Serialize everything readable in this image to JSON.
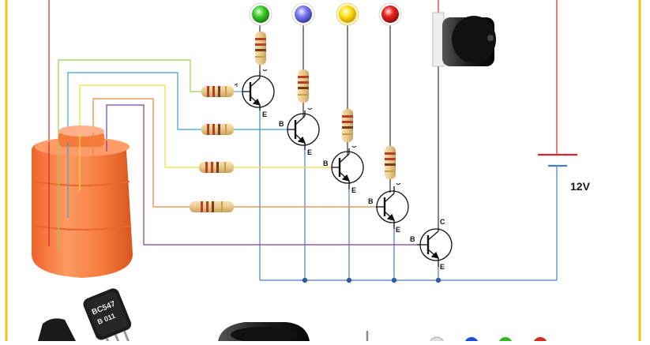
{
  "circuit": {
    "voltage_label": "12V",
    "terminal_labels": {
      "base": "B",
      "emitter": "E",
      "collector": "C"
    },
    "transistor_marking": {
      "line1": "BC547",
      "line2": "B  011"
    },
    "colors": {
      "frame": "#f2c418",
      "wire_red": "#d9262b",
      "wire_green": "#9bd14a",
      "wire_blue": "#3aa0d8",
      "wire_yellow": "#f0e13a",
      "wire_orange": "#e2883a",
      "wire_purple": "#7d3c98",
      "ground_bus": "#4a7fc0",
      "tank": "#f47b3c",
      "led_green": "#3fcf2c",
      "led_blue": "#7d7cf0",
      "led_yellow": "#ffe21a",
      "led_red": "#e8251e"
    }
  }
}
